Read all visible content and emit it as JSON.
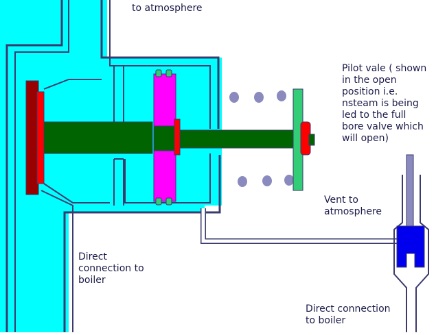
{
  "labels": {
    "top": "to atmosphere",
    "pilot": "Pilot vale ( shown\nin the open\nposition i.e.\nnsteam is being\nled to the full\nbore valve which\nwill open)",
    "vent": "Vent to\natmosphere",
    "direct_left": "Direct\nconnection to\nboiler",
    "direct_bottom": "Direct connection\nto boiler"
  },
  "colors": {
    "body_fill": "#00ffff",
    "outline": "#3a3a6e",
    "piston": "#ff00ff",
    "stem": "#006400",
    "seat_dark": "#990000",
    "seat_red": "#ff0000",
    "spring_coil": "#8a8abf",
    "disc_green": "#33cc77",
    "pilot_blue": "#0000ee"
  }
}
